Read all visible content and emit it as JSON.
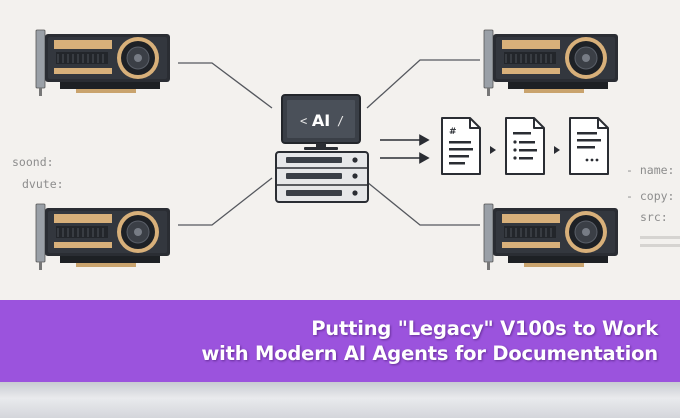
{
  "ai_monitor": {
    "label": "AI"
  },
  "code_left": [
    "soond:",
    "dvute:"
  ],
  "code_right": [
    "- name:",
    "- copy:",
    "src:"
  ],
  "banner": {
    "line1": "Putting \"Legacy\" V100s to Work",
    "line2": "with Modern AI Agents for Documentation"
  },
  "colors": {
    "banner_bg": "#9b53dd",
    "background": "#f3f1ee",
    "gpu_body": "#2a2d33",
    "gpu_accent": "#d8b07a"
  }
}
